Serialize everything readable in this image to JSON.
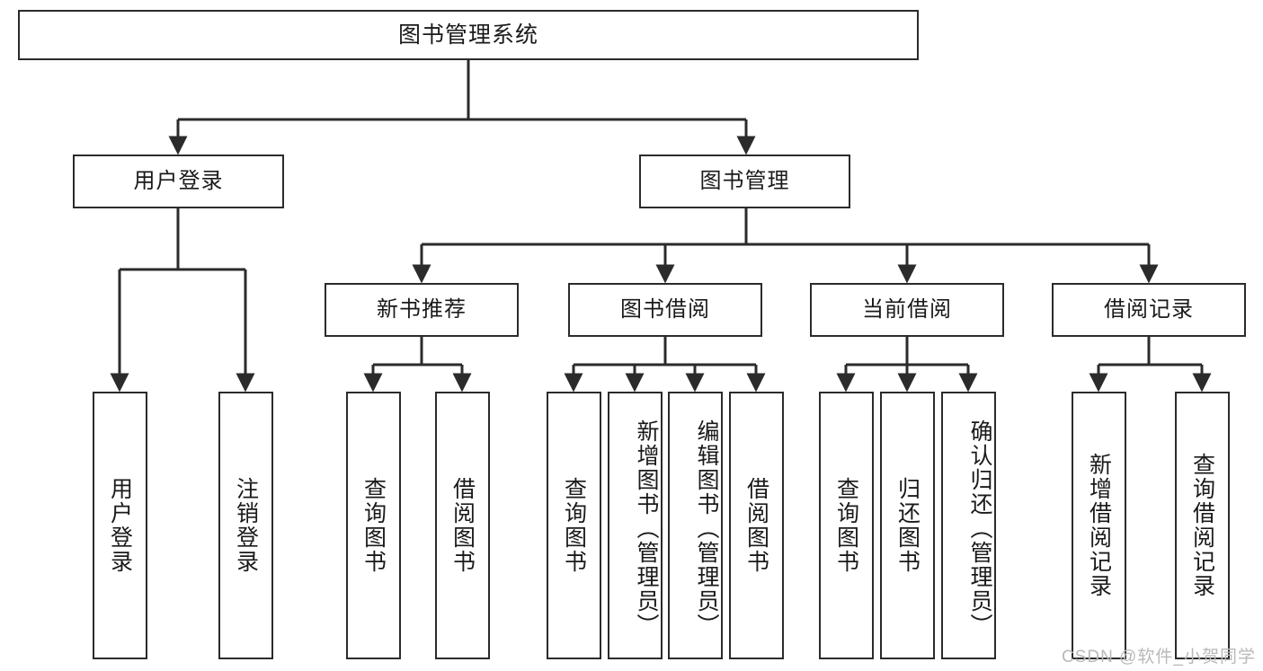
{
  "diagram": {
    "type": "tree-hierarchy-chart",
    "title": "图书管理系统",
    "watermark": "CSDN @软件_小贺同学",
    "colors": {
      "box_border": "#2b2b2b",
      "box_fill": "#ffffff",
      "connector": "#2b2b2b",
      "text": "#1a1a1a",
      "watermark": "#b9b9b9"
    },
    "root": {
      "label": "图书管理系统"
    },
    "level2": [
      {
        "label": "用户登录"
      },
      {
        "label": "图书管理"
      }
    ],
    "level3": [
      {
        "label": "新书推荐"
      },
      {
        "label": "图书借阅"
      },
      {
        "label": "当前借阅"
      },
      {
        "label": "借阅记录"
      }
    ],
    "leaves": {
      "user_login": [
        {
          "label": "用户登录"
        },
        {
          "label": "注销登录"
        }
      ],
      "new_book_recommend": [
        {
          "label": "查询图书"
        },
        {
          "label": "借阅图书"
        }
      ],
      "book_borrow": [
        {
          "label": "查询图书"
        },
        {
          "label": "新增图书（管理员）"
        },
        {
          "label": "编辑图书（管理员）"
        },
        {
          "label": "借阅图书"
        }
      ],
      "current_borrow": [
        {
          "label": "查询图书"
        },
        {
          "label": "归还图书"
        },
        {
          "label": "确认归还（管理员）"
        }
      ],
      "borrow_record": [
        {
          "label": "新增借阅记录"
        },
        {
          "label": "查询借阅记录"
        }
      ]
    }
  }
}
